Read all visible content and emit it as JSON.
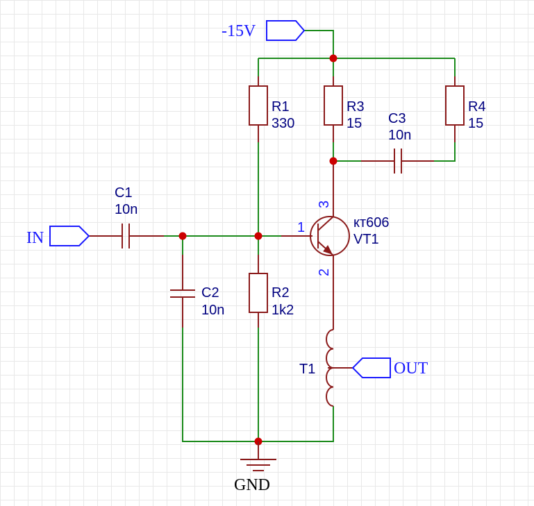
{
  "ports": {
    "vneg": "-15V",
    "input": "IN",
    "output": "OUT",
    "ground": "GND"
  },
  "components": {
    "r1": {
      "ref": "R1",
      "value": "330"
    },
    "r2": {
      "ref": "R2",
      "value": "1k2"
    },
    "r3": {
      "ref": "R3",
      "value": "15"
    },
    "r4": {
      "ref": "R4",
      "value": "15"
    },
    "c1": {
      "ref": "C1",
      "value": "10n"
    },
    "c2": {
      "ref": "C2",
      "value": "10n"
    },
    "c3": {
      "ref": "C3",
      "value": "10n"
    },
    "vt1": {
      "ref": "VT1",
      "value": "кт606",
      "pin_base": "1",
      "pin_emitter": "2",
      "pin_collector": "3"
    },
    "t1": {
      "ref": "T1"
    }
  },
  "colors": {
    "wire": "#1a8a1a",
    "component": "#8b1a1a",
    "junction": "#cc0000",
    "port": "#1a1aff",
    "label": "#000080"
  }
}
